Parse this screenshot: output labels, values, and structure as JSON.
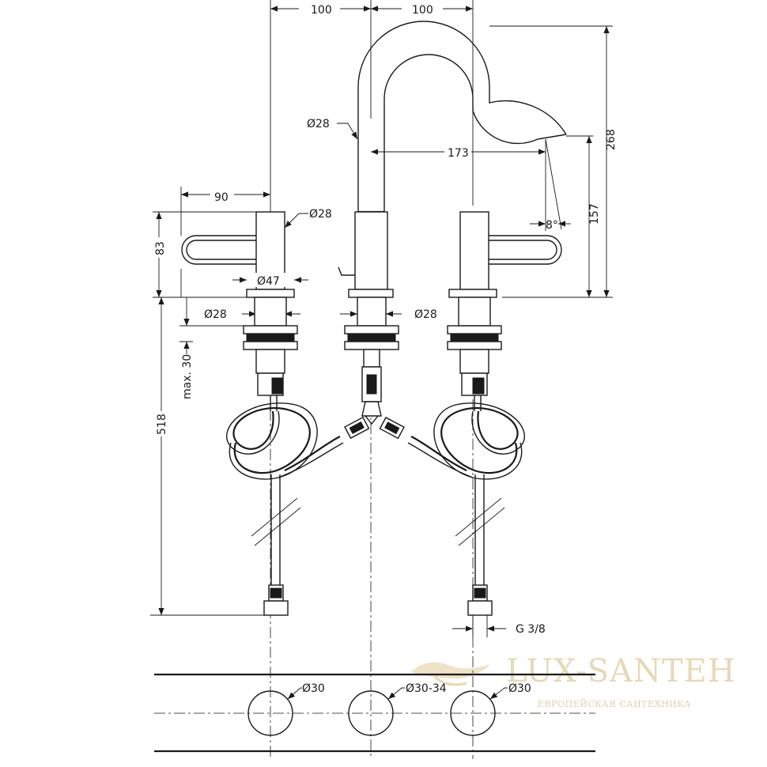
{
  "dimensions": {
    "d_top_left": "100",
    "d_top_right": "100",
    "d_spout_dia": "Ø28",
    "d_reach": "173",
    "d_spout_height": "268",
    "d_outlet_height": "157",
    "d_angle": "8°",
    "d_handle_reach": "90",
    "d_handle_dia": "Ø28",
    "d_handle_height": "83",
    "d_base_dia": "Ø47",
    "d_shank_left": "Ø28",
    "d_shank_center": "Ø28",
    "d_max_thickness": "max. 30",
    "d_total_length": "518",
    "d_thread": "G 3/8",
    "d_hole_left": "Ø30",
    "d_hole_center": "Ø30-34",
    "d_hole_right": "Ø30"
  },
  "watermark": {
    "brand": "LUX-SANTEH",
    "tagline": "ЕВРОПЕЙСКАЯ САНТЕХНИКА"
  },
  "colors": {
    "line": "#1a1a1a",
    "watermark": "#e8d8b6"
  }
}
